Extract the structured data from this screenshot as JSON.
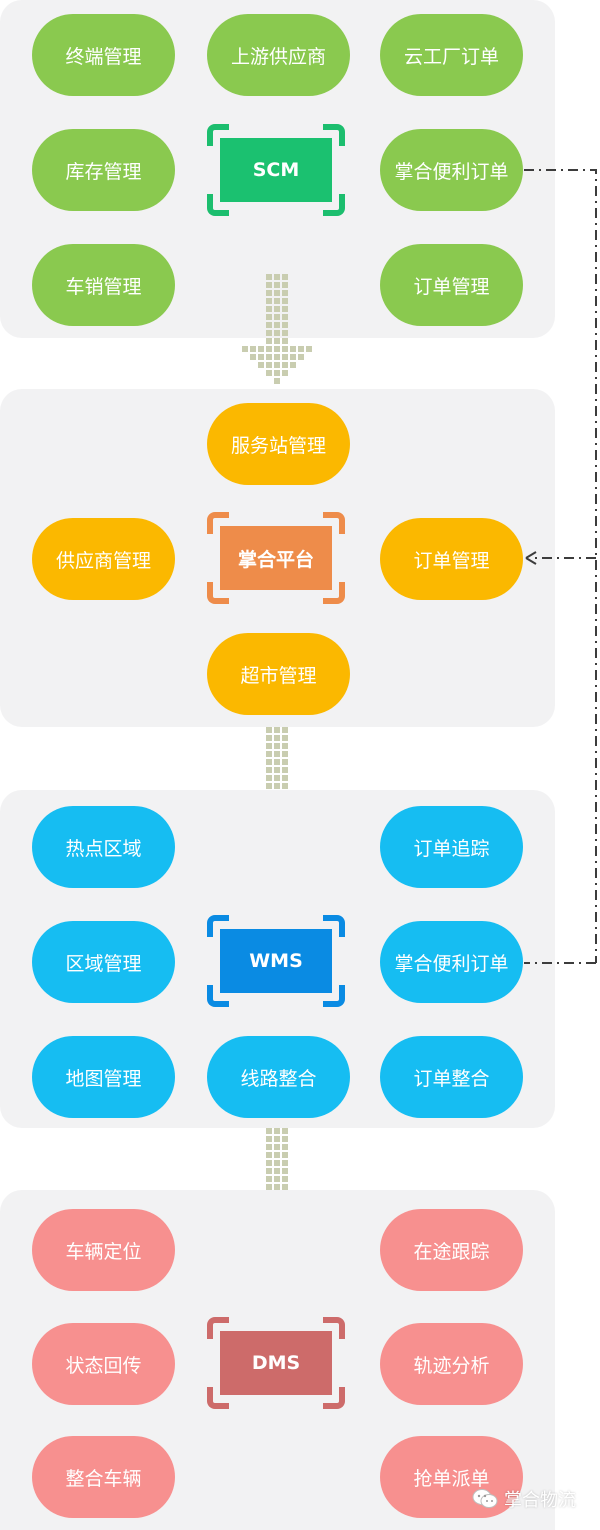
{
  "colors": {
    "green": "#8ac94f",
    "green_hub": "#1bc170",
    "green_corner": "#1cbe6e",
    "orange": "#fbb800",
    "orange_hub": "#ee8c4a",
    "orange_corner": "#ee8c4a",
    "blue": "#16bdf2",
    "blue_hub": "#0a8be3",
    "blue_corner": "#0a8be3",
    "pink": "#f7908f",
    "pink_hub": "#cd6b6a",
    "pink_corner": "#cd6b6a",
    "arrow": "#c9cdb0",
    "dash": "#3c3c3c"
  },
  "scm": {
    "hub": "SCM",
    "terminal": "终端管理",
    "upstream_supplier": "上游供应商",
    "cloud_factory_order": "云工厂订单",
    "inventory": "库存管理",
    "palm_order": "掌合便利订单",
    "car_sales": "车销管理",
    "order_mgmt": "订单管理"
  },
  "platform": {
    "hub": "掌合平台",
    "service_station": "服务站管理",
    "supplier_mgmt": "供应商管理",
    "order_mgmt": "订单管理",
    "supermarket": "超市管理"
  },
  "wms": {
    "hub": "WMS",
    "hot_zone": "热点区域",
    "order_tracking": "订单追踪",
    "zone_mgmt": "区域管理",
    "palm_order": "掌合便利订单",
    "map_mgmt": "地图管理",
    "route_merge": "线路整合",
    "order_merge": "订单整合"
  },
  "dms": {
    "hub": "DMS",
    "vehicle_location": "车辆定位",
    "in_transit": "在途跟踪",
    "status_return": "状态回传",
    "trajectory": "轨迹分析",
    "merge_vehicles": "整合车辆",
    "grab_order": "抢单派单"
  },
  "watermark": "掌合物流"
}
